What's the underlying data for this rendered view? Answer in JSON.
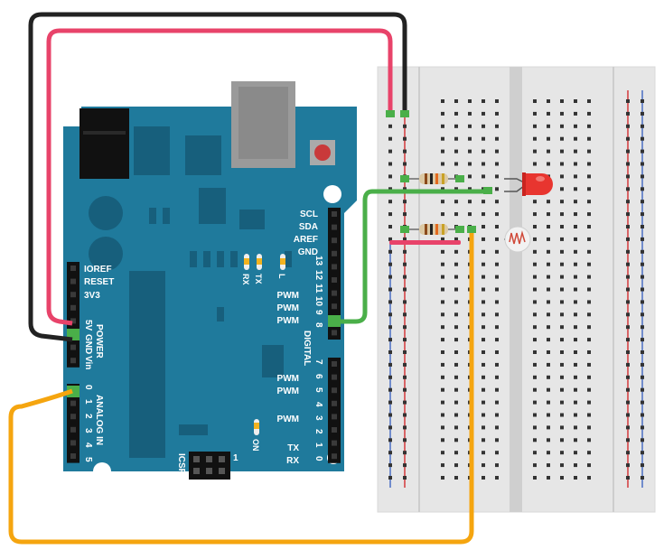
{
  "board": {
    "pins_left": [
      "IOREF",
      "RESET",
      "3V3",
      "5V",
      "GND",
      "Vin",
      "0",
      "1",
      "2",
      "3",
      "4",
      "5"
    ],
    "power_label": "POWER",
    "analog_label": "ANALOG IN",
    "i2c_labels": [
      "SCL",
      "SDA",
      "AREF",
      "GND"
    ],
    "digital_numbers_top": [
      "13",
      "12",
      "11",
      "10",
      "9",
      "8"
    ],
    "digital_numbers_bottom": [
      "7",
      "6",
      "5",
      "4",
      "3",
      "2",
      "1",
      "0"
    ],
    "pwm_label": "PWM",
    "digital_label": "DIGITAL",
    "tx_label": "TX",
    "rx_label": "RX",
    "l_label": "L",
    "on_label": "ON",
    "icsp_label": "ICSP",
    "icsp_pin1": "1"
  },
  "components": [
    "resistor",
    "resistor",
    "red-led",
    "photoresistor"
  ],
  "wires": [
    {
      "name": "5V",
      "color": "#e8436a"
    },
    {
      "name": "GND",
      "color": "#222222"
    },
    {
      "name": "pin-9",
      "color": "#4aaf49"
    },
    {
      "name": "A0",
      "color": "#f5a50f"
    }
  ],
  "colors": {
    "board": "#1f7a9c",
    "board_dark": "#175f7c",
    "breadboard": "#e3e3e3",
    "rail_red": "#d3383b",
    "rail_blue": "#4a6fc4",
    "led": "#e8352f"
  }
}
